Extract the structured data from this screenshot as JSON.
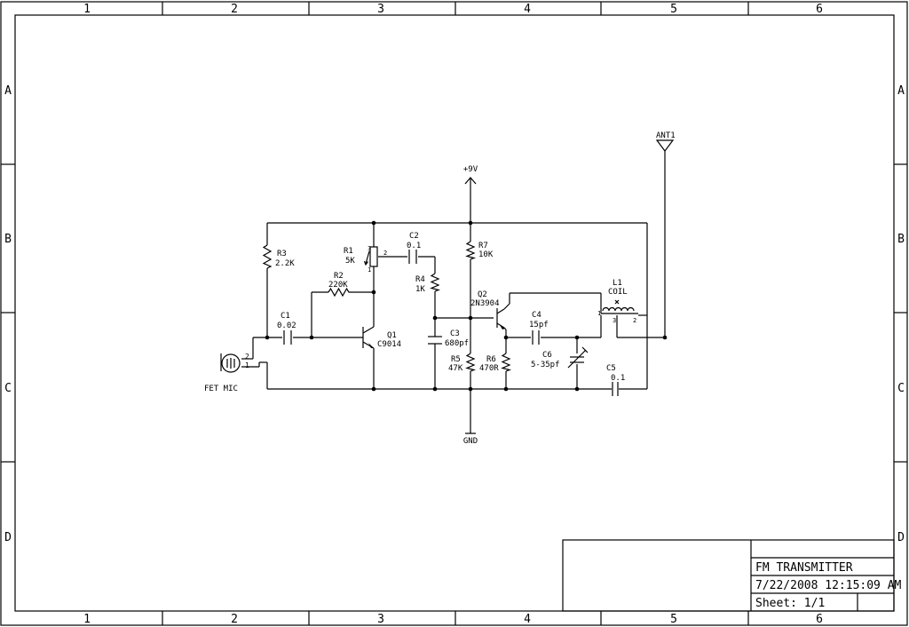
{
  "frame": {
    "columns": [
      "1",
      "2",
      "3",
      "4",
      "5",
      "6"
    ],
    "rows": [
      "A",
      "B",
      "C",
      "D"
    ]
  },
  "title_block": {
    "title": "FM TRANSMITTER",
    "datetime": "7/22/2008 12:15:09 AM",
    "sheet": "Sheet: 1/1"
  },
  "components": {
    "r3": {
      "ref": "R3",
      "value": "2.2K"
    },
    "r1": {
      "ref": "R1",
      "value": "5K",
      "pin1": "1",
      "pin2": "2",
      "pin3": "3"
    },
    "r2": {
      "ref": "R2",
      "value": "220K"
    },
    "c2": {
      "ref": "C2",
      "value": "0.1"
    },
    "r4": {
      "ref": "R4",
      "value": "1K"
    },
    "r7": {
      "ref": "R7",
      "value": "10K"
    },
    "c1": {
      "ref": "C1",
      "value": "0.02"
    },
    "q1": {
      "ref": "Q1",
      "value": "C9014"
    },
    "q2": {
      "ref": "Q2",
      "value": "2N3904"
    },
    "c3": {
      "ref": "C3",
      "value": "680pf"
    },
    "r5": {
      "ref": "R5",
      "value": "47K"
    },
    "r6": {
      "ref": "R6",
      "value": "470R"
    },
    "c4": {
      "ref": "C4",
      "value": "15pf"
    },
    "c6": {
      "ref": "C6",
      "value": "5-35pf"
    },
    "c5": {
      "ref": "C5",
      "value": "0.1"
    },
    "l1": {
      "ref": "L1",
      "value": "COIL",
      "pin1": "1",
      "pin2": "2",
      "pin3": "3"
    },
    "ant": {
      "ref": "ANT1"
    },
    "mic": {
      "label": "FET MIC",
      "pin1": "1",
      "pin2": "2"
    }
  },
  "power": {
    "vcc": "+9V",
    "gnd": "GND"
  }
}
